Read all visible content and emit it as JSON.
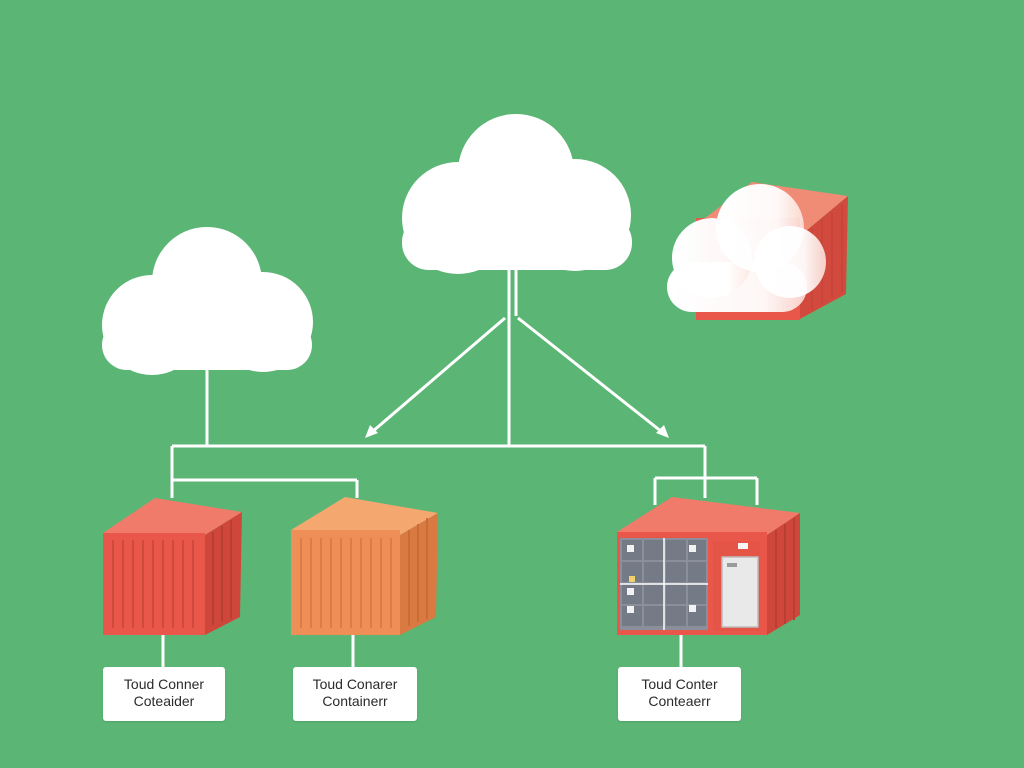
{
  "diagram": {
    "colors": {
      "background": "#5bb675",
      "cloud": "#ffffff",
      "connector": "#ffffff",
      "container_red": "#e8574a",
      "container_orange": "#ee8f57"
    },
    "icons": [
      "cloud-icon",
      "shipping-container-icon",
      "server-rack-icon"
    ],
    "nodes": {
      "left_container_label": {
        "line1": "Toud Conner",
        "line2": "Coteaider"
      },
      "middle_container_label": {
        "line1": "Toud Conarer",
        "line2": "Containerr"
      },
      "right_container_label": {
        "line1": "Toud Conter",
        "line2": "Conteaerr"
      }
    }
  }
}
